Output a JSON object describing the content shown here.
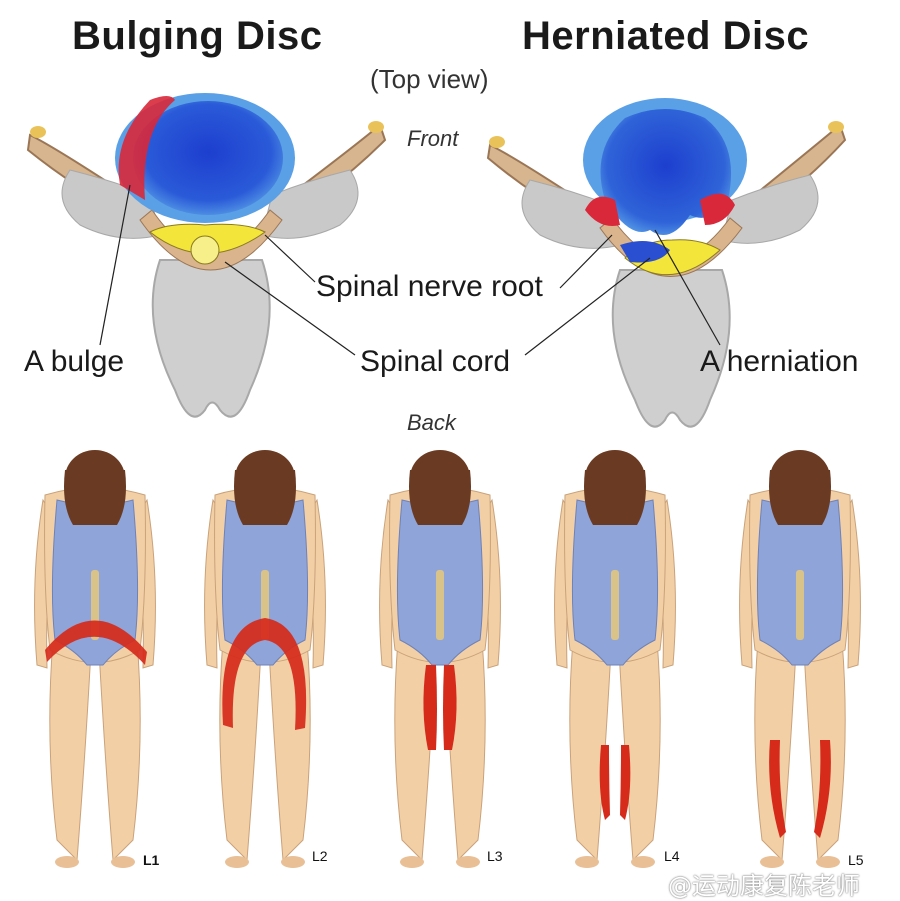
{
  "titles": {
    "left": "Bulging Disc",
    "right": "Herniated Disc",
    "view": "(Top view)"
  },
  "orientation": {
    "front": "Front",
    "back": "Back"
  },
  "labels": {
    "bulge": "A bulge",
    "nerve_root": "Spinal nerve root",
    "spinal_cord": "Spinal cord",
    "herniation": "A herniation"
  },
  "levels": [
    "L1",
    "L2",
    "L3",
    "L4",
    "L5"
  ],
  "watermark": "@运动康复陈老师",
  "colors": {
    "disc_blue": "#1f4fd6",
    "disc_light": "#4a8fe0",
    "bulge_red": "#d8283a",
    "cord_yellow": "#f3e53a",
    "bone_grey": "#c8c8c8",
    "pain_red": "#d62a1a",
    "suit_blue": "#8fa4d8",
    "skin": "#f3cfa6",
    "hair": "#6b3a22"
  }
}
